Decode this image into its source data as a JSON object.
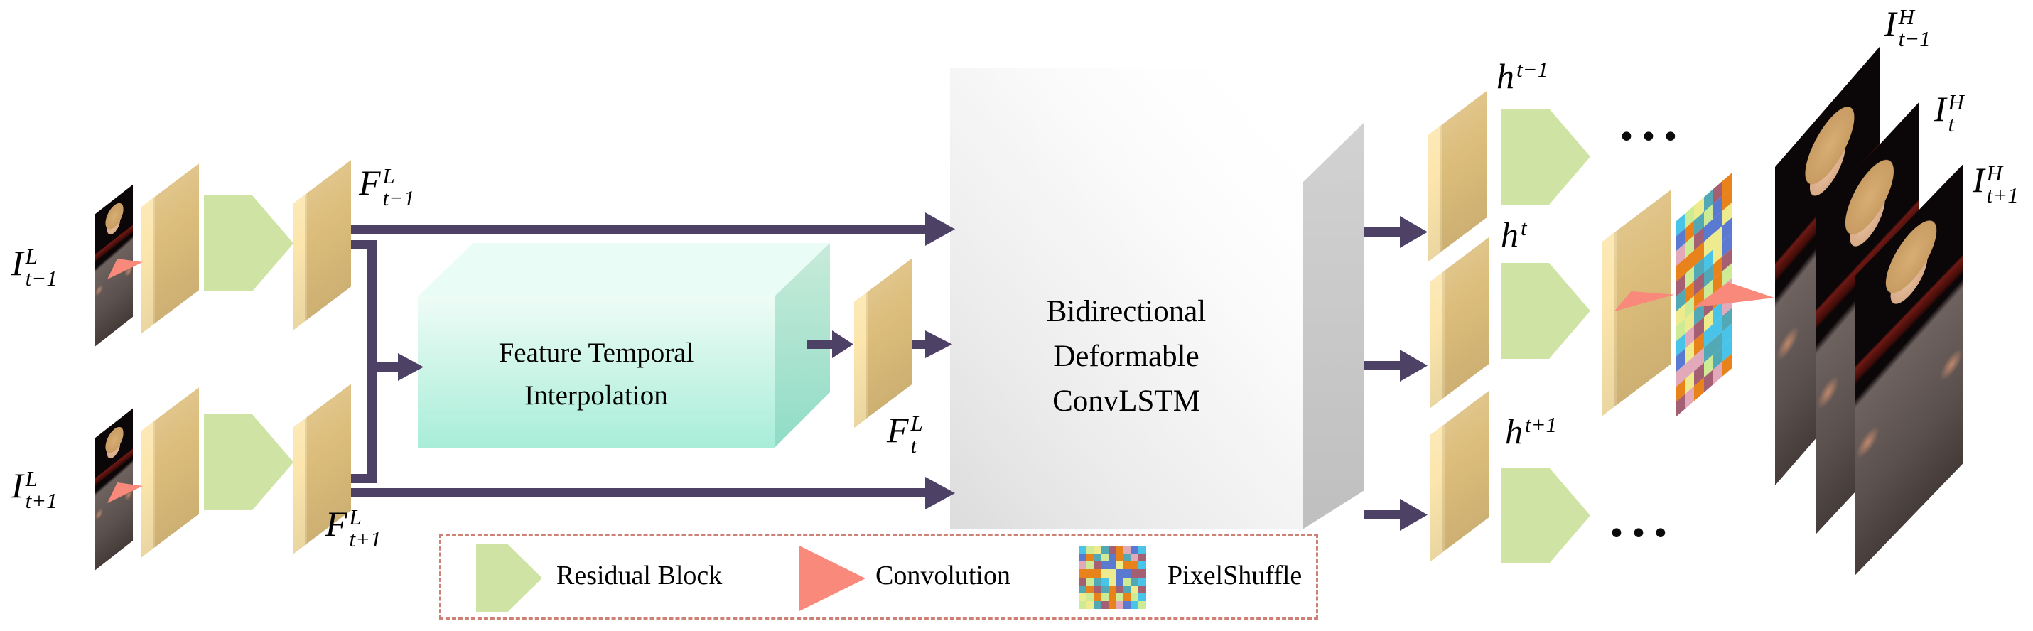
{
  "labels": {
    "input_top": {
      "base": "I",
      "sup": "L",
      "sub": "t−1"
    },
    "input_bottom": {
      "base": "I",
      "sup": "L",
      "sub": "t+1"
    },
    "feat_top": {
      "base": "F",
      "sup": "L",
      "sub": "t−1"
    },
    "feat_bottom": {
      "base": "F",
      "sup": "L",
      "sub": "t+1"
    },
    "feat_mid": {
      "base": "F",
      "sup": "L",
      "sub": "t"
    },
    "h_prev": {
      "base": "h",
      "sup": "",
      "sub": "t−1"
    },
    "h_t": {
      "base": "h",
      "sup": "",
      "sub": "t"
    },
    "h_next": {
      "base": "h",
      "sup": "",
      "sub": "t+1"
    },
    "out_prev": {
      "base": "I",
      "sup": "H",
      "sub": "t−1"
    },
    "out_t": {
      "base": "I",
      "sup": "H",
      "sub": "t"
    },
    "out_next": {
      "base": "I",
      "sup": "H",
      "sub": "t+1"
    },
    "dots": "•••"
  },
  "blocks": {
    "fti": {
      "line1": "Feature Temporal",
      "line2": "Interpolation"
    },
    "lstm": {
      "line1": "Bidirectional",
      "line2": "Deformable",
      "line3": "ConvLSTM"
    }
  },
  "legend": {
    "items": [
      {
        "icon": "residual-block-icon",
        "label": "Residual Block"
      },
      {
        "icon": "convolution-icon",
        "label": "Convolution"
      },
      {
        "icon": "pixelshuffle-icon",
        "label": "PixelShuffle"
      }
    ]
  },
  "colors": {
    "arrow": "#4e4166",
    "convolution": "#f8897b",
    "slab_bevel": "#fce6ad",
    "slab_face": "#dcbd7b",
    "residual_block": "#cfe4a4",
    "fti_front_top": "#eefcf6",
    "fti_front_bottom": "#a8edd8",
    "lstm_wall": "#c9c9c9",
    "legend_border": "#cd8074",
    "pixelshuffle_palette": [
      "#49c3e8",
      "#e8821a",
      "#eeeb8e",
      "#5a7ad2",
      "#a55f72",
      "#cdeb95",
      "#e2a9bb",
      "#52a8b4"
    ]
  }
}
